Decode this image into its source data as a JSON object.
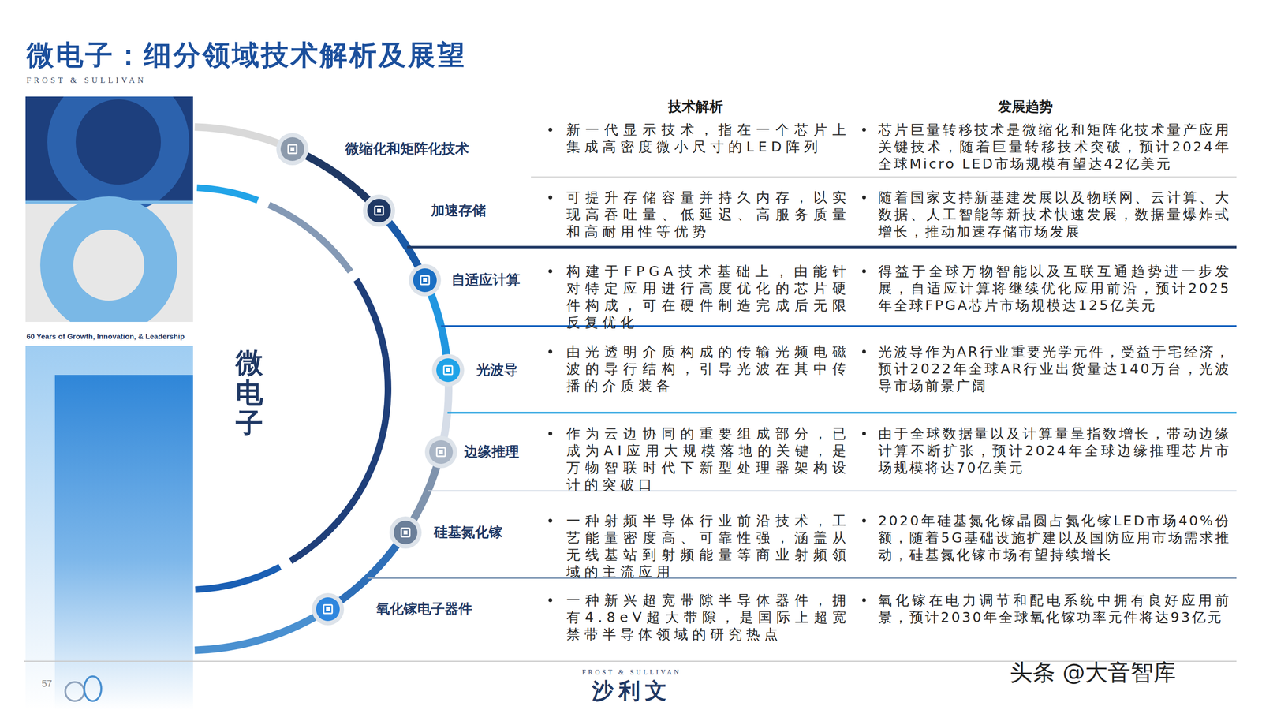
{
  "diagram": {
    "title": "微电子：细分领域技术解析及展望",
    "nodes": [
      {
        "text": [
          "微电子"
        ]
      },
      {
        "text": [
          "微缩化和矩阵化技术"
        ]
      },
      {
        "text": [
          "加速存储"
        ]
      },
      {
        "text": [
          "自适应计算"
        ]
      },
      {
        "text": [
          "光波导"
        ]
      },
      {
        "text": [
          "边缘推理"
        ]
      },
      {
        "text": [
          "硅基氮化镓"
        ]
      },
      {
        "text": [
          "氧化镓电子器件"
        ]
      }
    ],
    "labels": [
      "FROST & SULLIVAN",
      "60 Years of Growth, Innovation, & Leadership",
      "技术解析",
      "发展趋势",
      "新一代显示技术，指在一个芯片上集成高密度微小尺寸的LED阵列",
      "芯片巨量转移技术是微缩化和矩阵化技术量产应用关键技术，随着巨量转移技术突破，预计2024年全球Micro LED市场规模有望达42亿美元",
      "可提升存储容量并持久内存，以实现高吞吐量、低延迟、高服务质量和高耐用性等优势",
      "随着国家支持新基建发展以及物联网、云计算、大数据、人工智能等新技术快速发展，数据量爆炸式增长，推动加速存储市场发展",
      "构建于FPGA技术基础上，由能针对特定应用进行高度优化的芯片硬件构成，可在硬件制造完成后无限反复优化",
      "得益于全球万物智能以及互联互通趋势进一步发展，自适应计算将继续优化应用前沿，预计2025年全球FPGA芯片市场规模达125亿美元",
      "由光透明介质构成的传输光频电磁波的导行结构，引导光波在其中传播的介质装备",
      "光波导作为AR行业重要光学元件，受益于宅经济，预计2022年全球AR行业出货量达140万台，光波导市场前景广阔",
      "作为云边协同的重要组成部分，已成为AI应用大规模落地的关键，是万物智联时代下新型处理器架构设计的突破口",
      "由于全球数据量以及计算量呈指数增长，带动边缘计算不断扩张，预计2024年全球边缘推理芯片市场规模将达70亿美元",
      "一种射频半导体行业前沿技术，工艺能量密度高、可靠性强，涵盖从无线基站到射频能量等商业射频领域的主流应用",
      "2020年硅基氮化镓晶圆占氮化镓LED市场40%份额，随着5G基础设施扩建以及国防应用市场需求推动，硅基氮化镓市场有望持续增长",
      "一种新兴超宽带隙半导体器件，拥有4.8eV超大带隙，是国际上超宽禁带半导体领域的研究热点",
      "氧化镓在电力调节和配电系统中拥有良好应用前景，预计2030年全球氧化镓功率元件将达93亿元",
      "57",
      "FROST & SULLIVAN",
      "沙利文",
      "头条 @大音智库"
    ]
  }
}
